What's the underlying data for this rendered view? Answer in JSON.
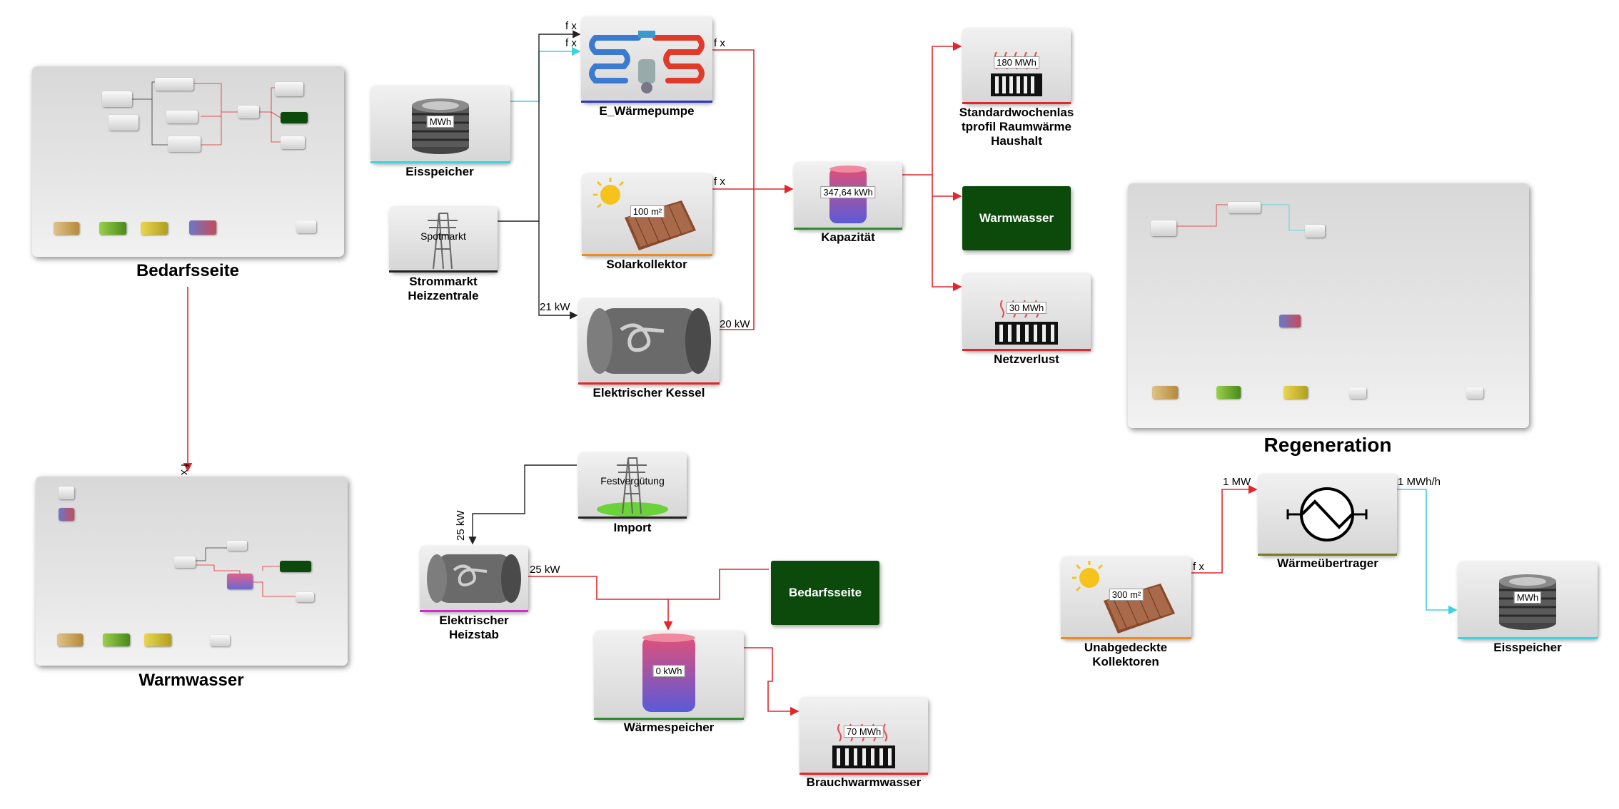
{
  "subsystems": {
    "bedarfsseite": "Bedarfsseite",
    "warmwasser": "Warmwasser",
    "regeneration": "Regeneration"
  },
  "nodes": {
    "eisspeicher": {
      "label": "Eisspeicher",
      "value": "MWh"
    },
    "strommarkt": {
      "label": "Strommarkt\nHeizzentrale",
      "value": "Spotmarkt"
    },
    "waermepumpe": {
      "label": "E_Wärmepumpe"
    },
    "solarkollektor": {
      "label": "Solarkollektor",
      "value": "100 m²"
    },
    "elektrischer_kessel": {
      "label": "Elektrischer Kessel"
    },
    "kapazitaet": {
      "label": "Kapazität",
      "value": "347,64 kWh"
    },
    "standardwochenlastprofil": {
      "label": "Standardwochenlas\ntprofil Raumwärme\nHaushalt",
      "value": "180 MWh"
    },
    "warmwasser_sink": {
      "label": "Warmwasser"
    },
    "netzverlust": {
      "label": "Netzverlust",
      "value": "30 MWh"
    },
    "import": {
      "label": "Import",
      "value": "Festvergütung"
    },
    "elektrischer_heizstab": {
      "label": "Elektrischer\nHeizstab"
    },
    "bedarfsseite_link": {
      "label": "Bedarfsseite"
    },
    "waermespeicher": {
      "label": "Wärmespeicher",
      "value": "0 kWh"
    },
    "brauchwarmwasser": {
      "label": "Brauchwarmwasser",
      "value": "70 MWh"
    },
    "waermeuebertrager": {
      "label": "Wärmeübertrager"
    },
    "unabgedeckte_kollektoren": {
      "label": "Unabgedeckte\nKollektoren",
      "value": "300 m²"
    },
    "eisspeicher_regen": {
      "label": "Eisspeicher",
      "value": "MWh"
    }
  },
  "flows": {
    "wp_in_1": "f x",
    "wp_in_2": "f x",
    "wp_out": "f x",
    "solar_out": "f x",
    "kessel_in": "21 kW",
    "kessel_out": "20 kW",
    "import_out": "25 kW",
    "heizstab_out": "25 kW",
    "bedarf_to_ww": "f x",
    "regen_in": "1 MW",
    "regen_out": "1 MWh/h",
    "kollektor_out": "f x"
  },
  "colors": {
    "red": "#e3262b",
    "cyan": "#3dd3df",
    "black": "#222222",
    "dark_green": "#0b4a0b",
    "underline_cyan": "#3dd3df",
    "underline_blue": "#3333cc",
    "underline_orange": "#f08a1e",
    "underline_red": "#e3262b",
    "underline_green": "#2e8b2e",
    "underline_magenta": "#d02ad0",
    "underline_olive": "#7a7a1e"
  }
}
